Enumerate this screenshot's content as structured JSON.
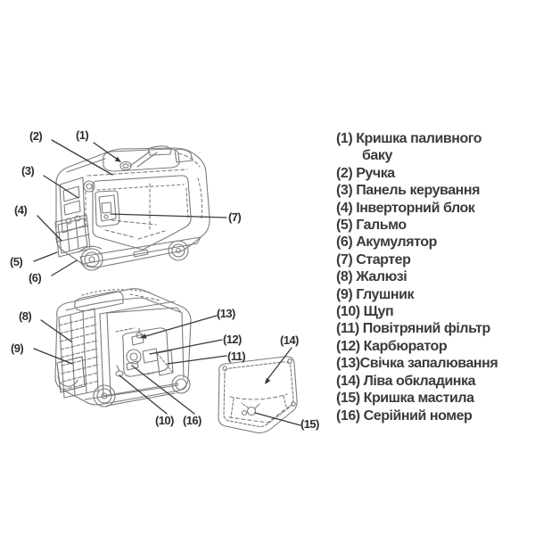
{
  "page": {
    "background": "#ffffff"
  },
  "colors": {
    "drawing_line": "#7c7c7c",
    "drawing_line_dark": "#6a6a6a",
    "callout_line": "#3a3a3a",
    "callout_text": "#2d2d2d",
    "legend_text": "#3b3b3b"
  },
  "callouts": {
    "labels": [
      "(1)",
      "(2)",
      "(3)",
      "(4)",
      "(5)",
      "(6)",
      "(7)",
      "(8)",
      "(9)",
      "(10)",
      "(11)",
      "(12)",
      "(13)",
      "(14)",
      "(15)",
      "(16)"
    ]
  },
  "legend": {
    "lines": [
      "(1) Кришка паливного",
      "баку",
      "(2) Ручка",
      "(3) Панель керування",
      "(4) Інверторний блок",
      "(5) Гальмо",
      "(6) Акумулятор",
      "(7) Стартер",
      "(8) Жалюзі",
      "(9) Глушник",
      "(10) Щуп",
      "(11) Повітряний фільтр",
      "(12) Карбюратор",
      "(13)Свічка запалювання",
      "(14) Ліва обкладинка",
      "(15) Кришка мастила",
      "(16) Серійний номер"
    ]
  }
}
